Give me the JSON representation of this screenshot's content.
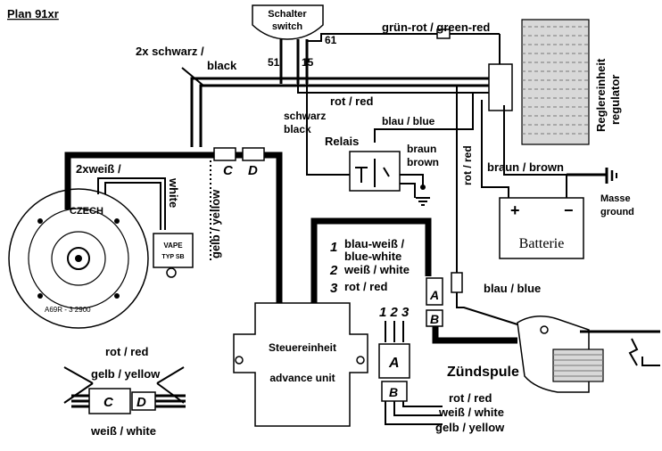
{
  "title": "Plan 91xr",
  "switch": {
    "title_de": "Schalter",
    "title_en": "switch",
    "terminal_61": "61",
    "terminal_51": "51",
    "terminal_15": "15"
  },
  "wires": {
    "green_red": "grün-rot / green-red",
    "two_black_de": "2x schwarz /",
    "two_black_en": "black",
    "red_red": "rot / red",
    "black_de": "schwarz",
    "black_en": "black",
    "blue_blue": "blau / blue",
    "red_red_vertical": "rot / red",
    "brown_brown": "braun / brown",
    "brown_de": "braun",
    "brown_en": "brown",
    "two_white_de": "2xweiß /",
    "two_white_en": "white",
    "yellow_yellow": "gelb / yellow",
    "blue_blue_2": "blau / blue"
  },
  "regulator": {
    "de": "Reglereinheit",
    "en": "regulator"
  },
  "relay": {
    "label": "Relais"
  },
  "battery": {
    "label": "Batterie",
    "plus": "+",
    "minus": "−"
  },
  "ground": {
    "de": "Masse",
    "en": "ground"
  },
  "connectors": {
    "c": "C",
    "d": "D",
    "a": "A",
    "b": "B"
  },
  "ignition_list": {
    "n1": "1",
    "item1_de": "blau-weiß /",
    "item1_en": "blue-white",
    "n2": "2",
    "item2": "weiß / white",
    "n3": "3",
    "item3": "rot / red"
  },
  "advance_unit": {
    "de": "Steuereinheit",
    "en": "advance unit"
  },
  "coil": {
    "label": "Zündspule"
  },
  "pickup": {
    "brand": "VAPE",
    "type": "TYP SB"
  },
  "stator": {
    "brand": "CZECH",
    "code": "A69R - 3  2900"
  },
  "legend_cd": {
    "red": "rot / red",
    "yellow": "gelb / yellow",
    "white": "weiß / white",
    "c": "C",
    "d": "D"
  },
  "legend_ab": {
    "nums": "1 2 3",
    "a": "A",
    "b": "B",
    "red": "rot / red",
    "white": "weiß / white",
    "yellow": "gelb / yellow"
  }
}
